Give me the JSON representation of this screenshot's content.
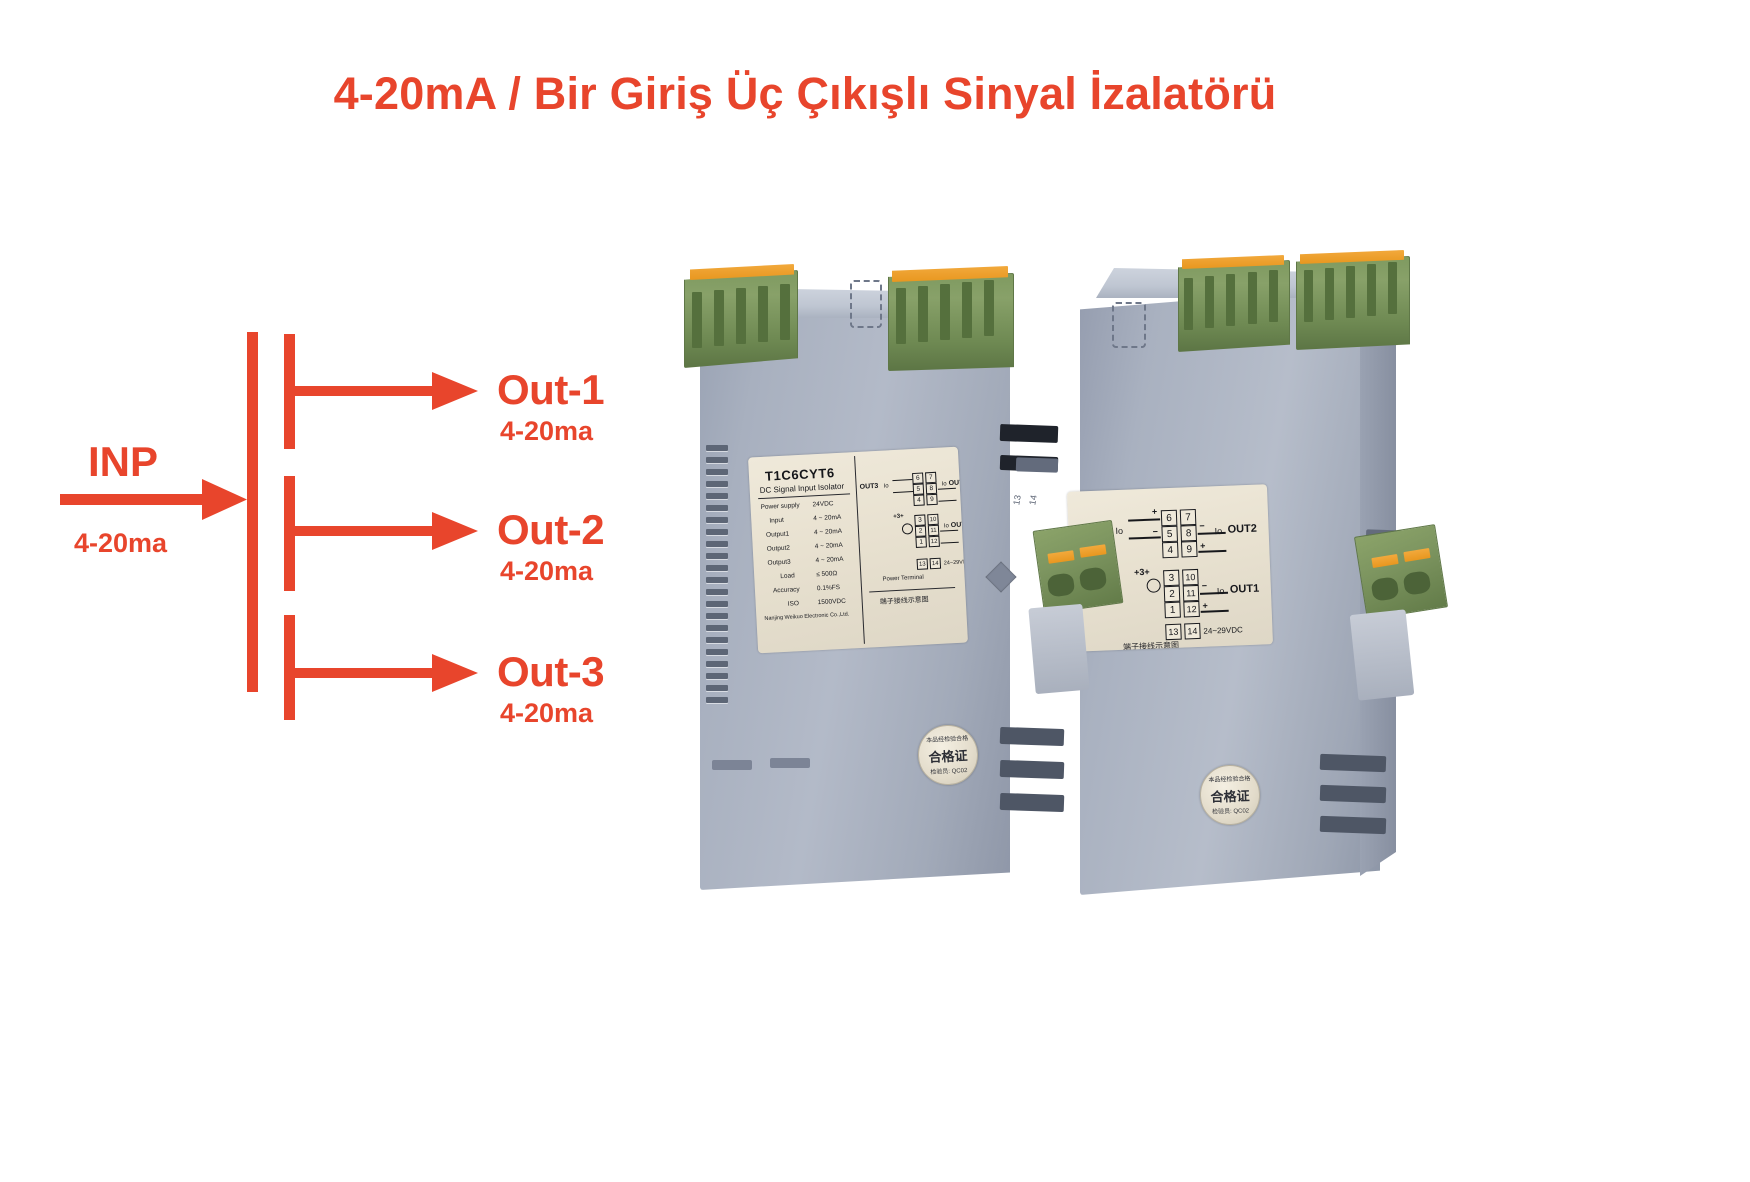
{
  "page": {
    "title": "4-20mA / Bir Giriş Üç Çıkışlı Sinyal İzalatörü",
    "accent_color": "#e8452c",
    "background_color": "#ffffff"
  },
  "diagram": {
    "type": "block-flow",
    "input": {
      "label": "INP",
      "range": "4-20ma"
    },
    "outputs": [
      {
        "label": "Out-1",
        "range": "4-20ma"
      },
      {
        "label": "Out-2",
        "range": "4-20ma"
      },
      {
        "label": "Out-3",
        "range": "4-20ma"
      }
    ]
  },
  "product": {
    "modules": [
      {
        "name": "isolator-module-front",
        "spec_label": {
          "model": "T1C6CYT6",
          "subtitle": "DC Signal Input Isolator",
          "rows": [
            {
              "name": "Power supply",
              "value": "24VDC"
            },
            {
              "name": "Input",
              "value": "4 ~ 20mA"
            },
            {
              "name": "Output1",
              "value": "4 ~ 20mA"
            },
            {
              "name": "Output2",
              "value": "4 ~ 20mA"
            },
            {
              "name": "Output3",
              "value": "4 ~ 20mA"
            },
            {
              "name": "Load",
              "value": "≤ 500Ω"
            },
            {
              "name": "Accuracy",
              "value": "0.1%FS"
            },
            {
              "name": "ISO",
              "value": "1500VDC"
            }
          ],
          "maker": "Nanjing Weikuo Electronic Co.,Ltd.",
          "diagram_caption": "端子接线示意图",
          "wiring_caption": "Power Terminal"
        }
      },
      {
        "name": "isolator-module-back",
        "spec_label": {
          "diagram_caption": "端子接线示意图"
        }
      }
    ],
    "wiring_diagram": {
      "out3": {
        "label": "OUT3",
        "current": "Io",
        "plus_terminal": "6",
        "mid_terminal": "5",
        "minus_terminal": "4"
      },
      "out2": {
        "label": "OUT2",
        "current": "Io",
        "top_terminal": "7",
        "mid_terminal": "8",
        "bottom_terminal": "9"
      },
      "out1": {
        "label": "OUT1",
        "current": "Io",
        "top_terminal": "10",
        "mid_terminal": "11",
        "bottom_terminal": "12"
      },
      "input": {
        "label": "+3+",
        "terminals": [
          "3",
          "2",
          "1"
        ]
      },
      "power": {
        "label": "24~29VDC",
        "terminals": [
          "13",
          "14"
        ]
      }
    },
    "qc_sticker": {
      "top_text": "本品经检验合格",
      "main_text": "合格证",
      "bottom_text": "检验员: QC02"
    },
    "terminal_markings": [
      "13",
      "14"
    ]
  }
}
